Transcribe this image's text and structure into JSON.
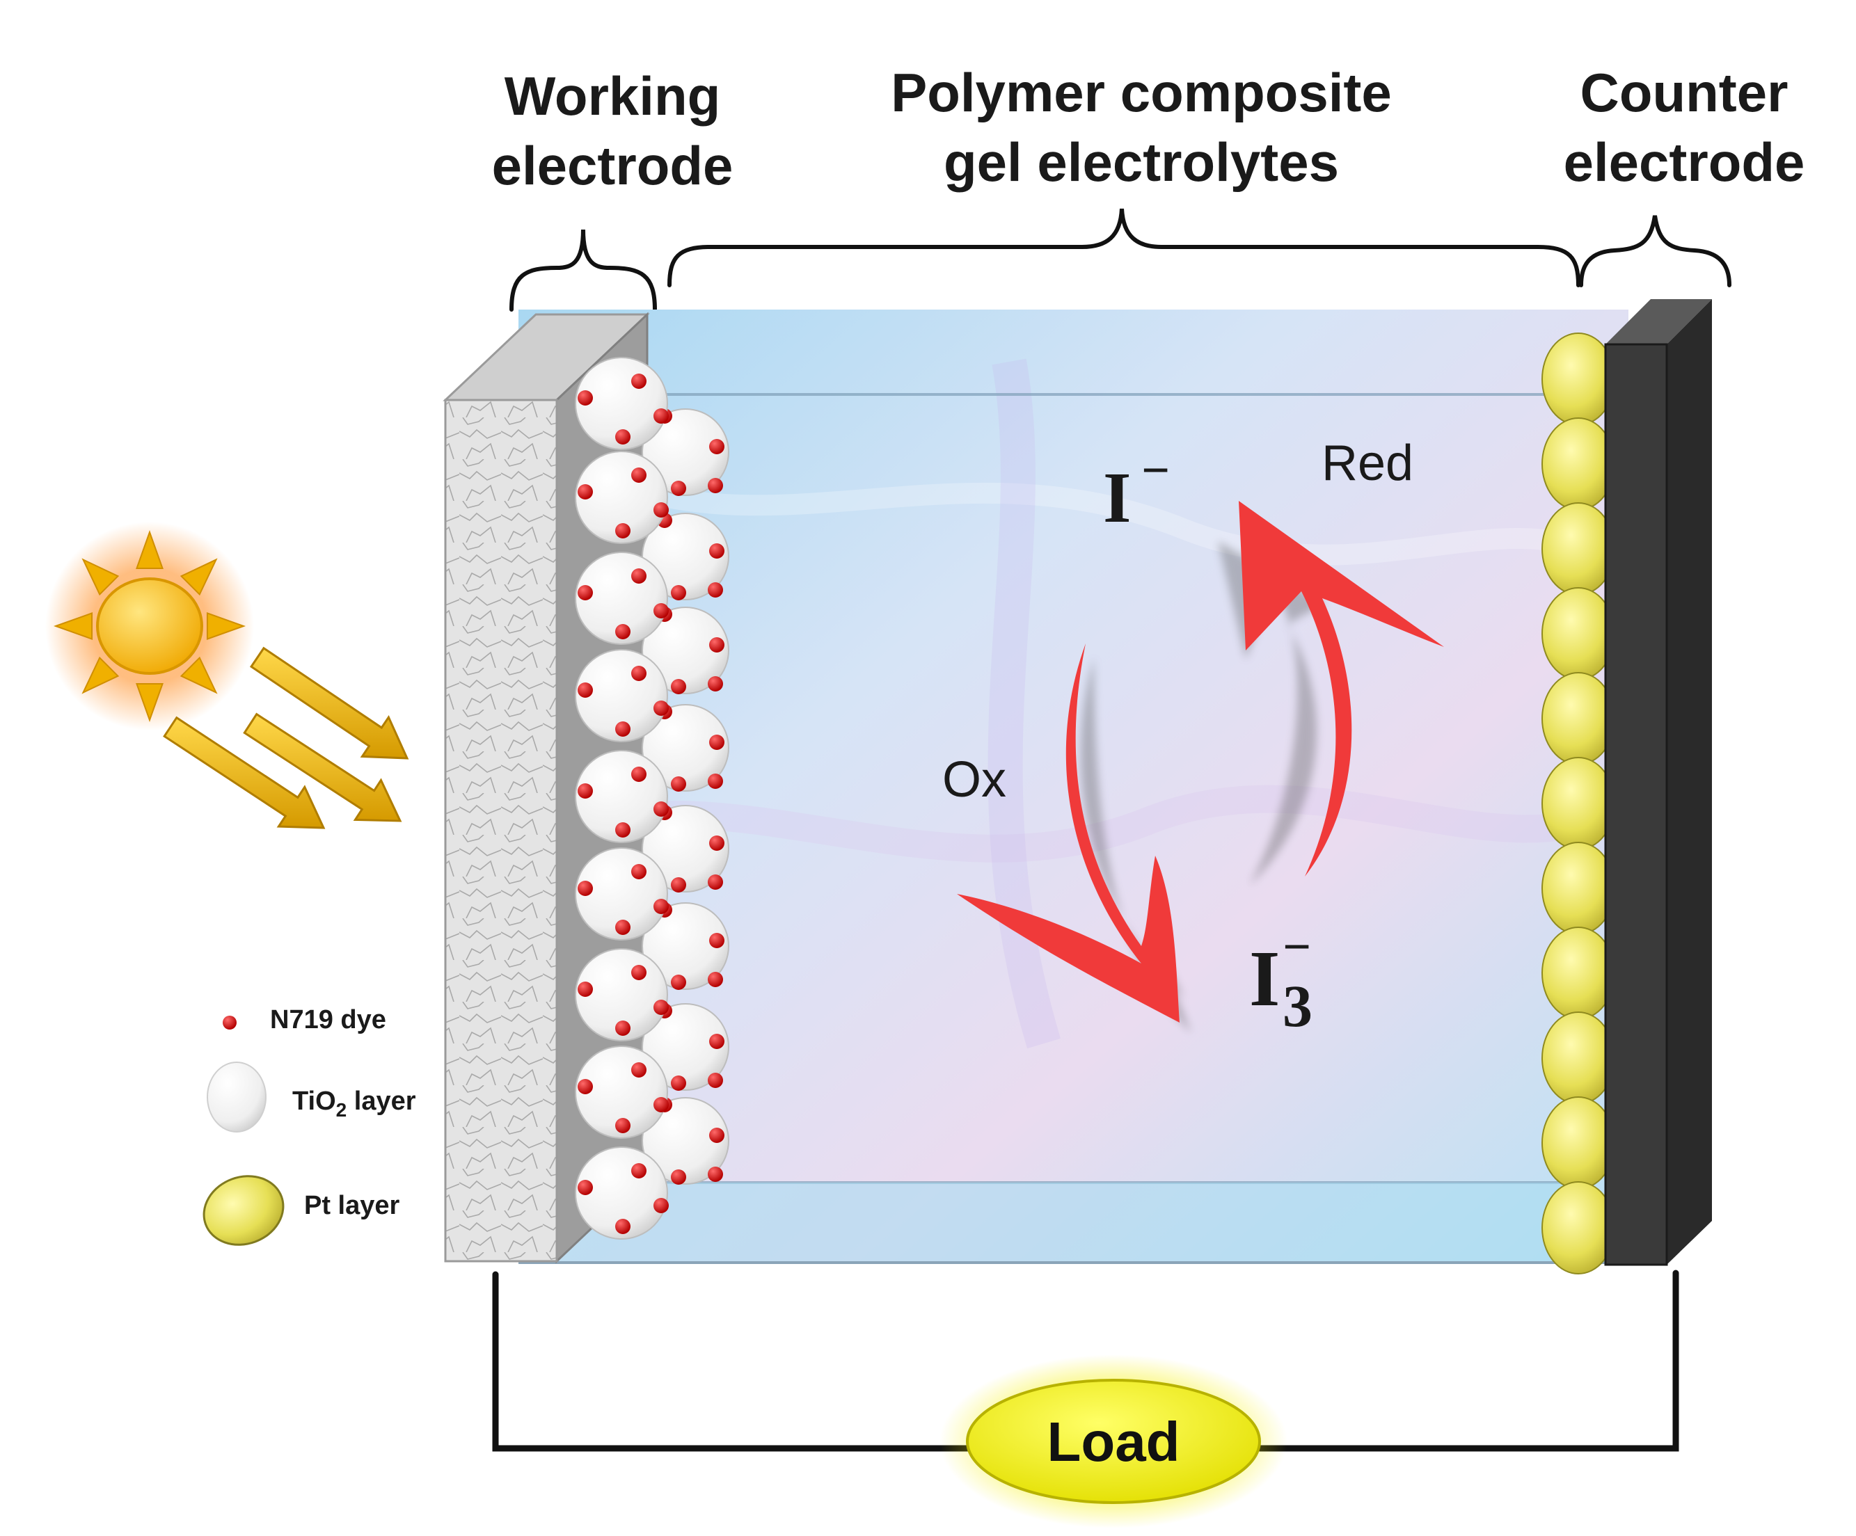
{
  "headers": {
    "working": [
      "Working",
      "electrode"
    ],
    "electrolyte": [
      "Polymer composite",
      "gel electrolytes"
    ],
    "counter": [
      "Counter",
      "electrode"
    ]
  },
  "labels": {
    "red": "Red",
    "ox": "Ox",
    "load": "Load"
  },
  "ions": {
    "iodide": {
      "symbol": "I",
      "charge": "−"
    },
    "triiodide": {
      "symbol": "I",
      "subscript": "3",
      "charge": "−"
    }
  },
  "legend": {
    "dye": "N719 dye",
    "tio2_main": "TiO",
    "tio2_sub": "2",
    "tio2_rest": " layer",
    "pt": "Pt layer"
  },
  "colors": {
    "dye_red": "#cc1111",
    "arrow_red": "#ee3b3b",
    "sun_yellow": "#f5b800",
    "pt_yellow": "#e8e060",
    "load_yellow": "#f0ee00",
    "counter_dark": "#333333",
    "electrolyte_blue": "#bfe3f5"
  },
  "icons": [
    "sun-icon",
    "light-ray-arrow-icon",
    "redox-arrow-icon"
  ]
}
